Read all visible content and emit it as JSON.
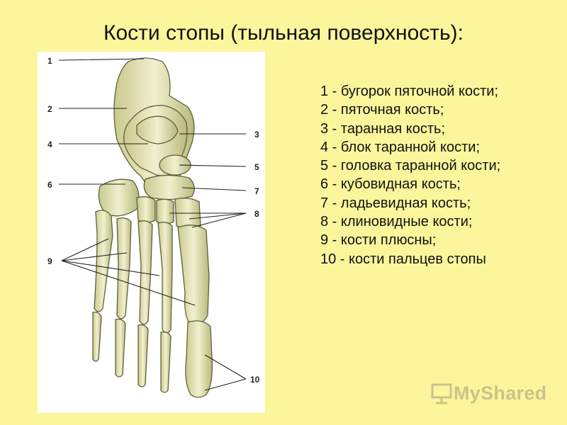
{
  "title": "Кости стопы (тыльная поверхность):",
  "figure": {
    "callouts": [
      "1",
      "2",
      "4",
      "6",
      "9",
      "3",
      "5",
      "7",
      "8",
      "10"
    ]
  },
  "legend": [
    "1 - бугорок пяточной кости;",
    "2 - пяточная кость;",
    "3 - таранная кость;",
    "4 - блок таранной кости;",
    "5 - головка таранной кости;",
    "6 - кубовидная кость;",
    "7 - ладьевидная кость;",
    "8 - клиновидные кости;",
    "9 - кости плюсны;",
    "10 - кости пальцев стопы"
  ],
  "watermark": {
    "text": "MyShared",
    "icon": "presentation-board-icon",
    "color": "#C9C487"
  }
}
